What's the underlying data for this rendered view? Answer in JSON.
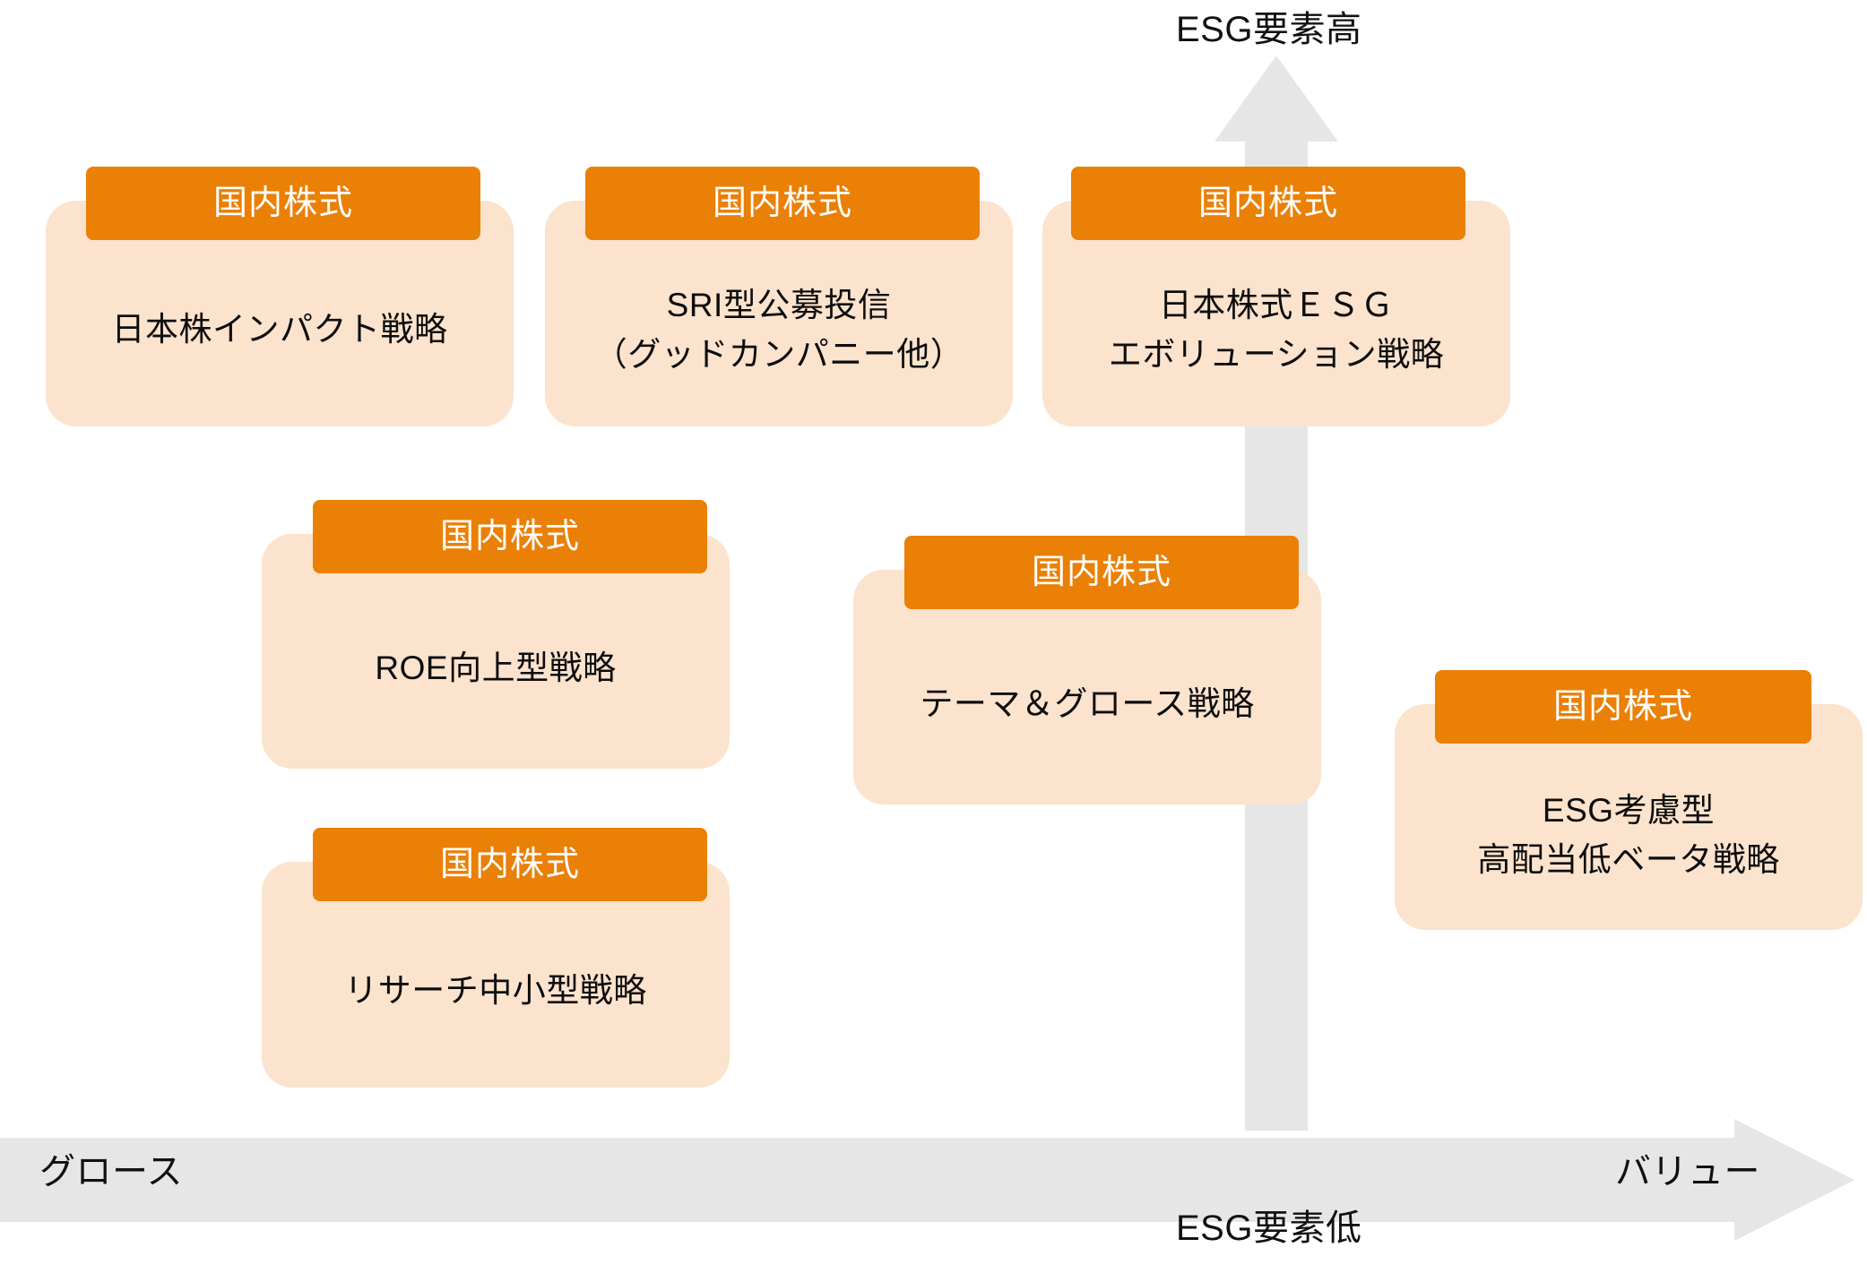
{
  "diagram": {
    "title_axes": {
      "y_top": "ESG要素高",
      "y_bottom": "ESG要素低",
      "x_left": "グロース",
      "x_right": "バリュー"
    },
    "colors": {
      "header_orange": "#ea8006",
      "body_peach": "#fbe3cd",
      "axis_gray": "#e6e6e6",
      "text_black": "#0d0d0d",
      "header_text": "#ffffff"
    },
    "cards": [
      {
        "id": "japan-impact",
        "badge": "国内株式",
        "lines": [
          "日本株インパクト戦略"
        ]
      },
      {
        "id": "sri-public-fund",
        "badge": "国内株式",
        "lines": [
          "SRI型公募投信",
          "（グッドカンパニー他）"
        ]
      },
      {
        "id": "japan-esg-evolution",
        "badge": "国内株式",
        "lines": [
          "日本株式ＥＳＧ",
          "エボリューション戦略"
        ]
      },
      {
        "id": "roe-improvement",
        "badge": "国内株式",
        "lines": [
          "ROE向上型戦略"
        ]
      },
      {
        "id": "theme-growth",
        "badge": "国内株式",
        "lines": [
          "テーマ＆グロース戦略"
        ]
      },
      {
        "id": "esg-high-dividend-low-beta",
        "badge": "国内株式",
        "lines": [
          "ESG考慮型",
          "高配当低ベータ戦略"
        ]
      },
      {
        "id": "research-small-mid",
        "badge": "国内株式",
        "lines": [
          "リサーチ中小型戦略"
        ]
      }
    ]
  }
}
